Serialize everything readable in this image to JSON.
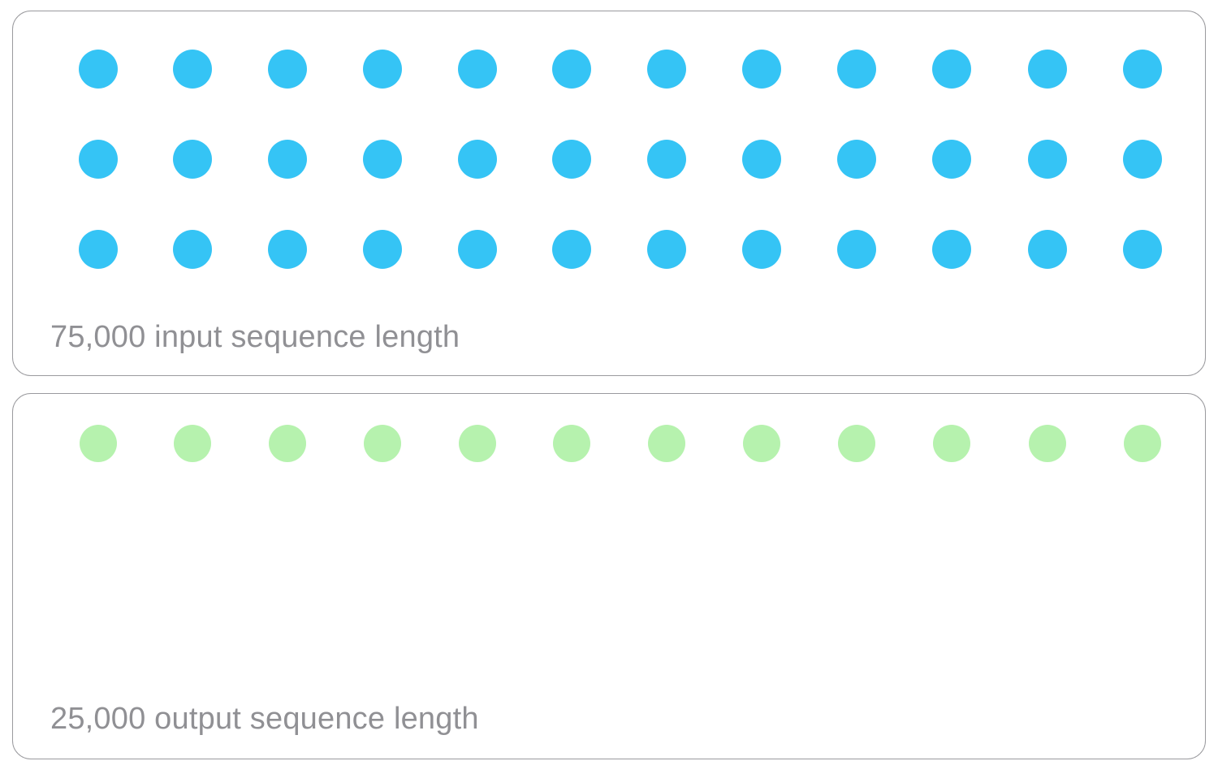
{
  "diagram": {
    "title_visible": false,
    "background_color": "#ffffff",
    "cards": [
      {
        "id": "input-card",
        "label": "75,000 input sequence length",
        "count_text": "75,000",
        "kind_text": "input sequence length",
        "dot_color": "#35c4f5",
        "dot_color_name": "blue",
        "dot_diameter": 48,
        "rows": 3,
        "columns": 12,
        "total_dots": 36,
        "border_color": "#9a9a9e",
        "label_color": "#909094",
        "row_y": [
          71,
          182,
          293
        ],
        "column_x": [
          105,
          221,
          338,
          455,
          572,
          688,
          805,
          922,
          1039,
          1156,
          1274,
          1391
        ]
      },
      {
        "id": "output-card",
        "label": "25,000 output sequence length",
        "count_text": "25,000",
        "kind_text": "output sequence length",
        "dot_color": "#b6f2ae",
        "dot_color_name": "green",
        "dot_diameter": 46,
        "rows": 1,
        "columns": 12,
        "total_dots": 12,
        "border_color": "#9a9a9e",
        "label_color": "#909094",
        "row_y": [
          61
        ],
        "column_x": [
          105,
          221,
          338,
          455,
          572,
          688,
          805,
          922,
          1039,
          1156,
          1274,
          1391
        ]
      }
    ]
  }
}
